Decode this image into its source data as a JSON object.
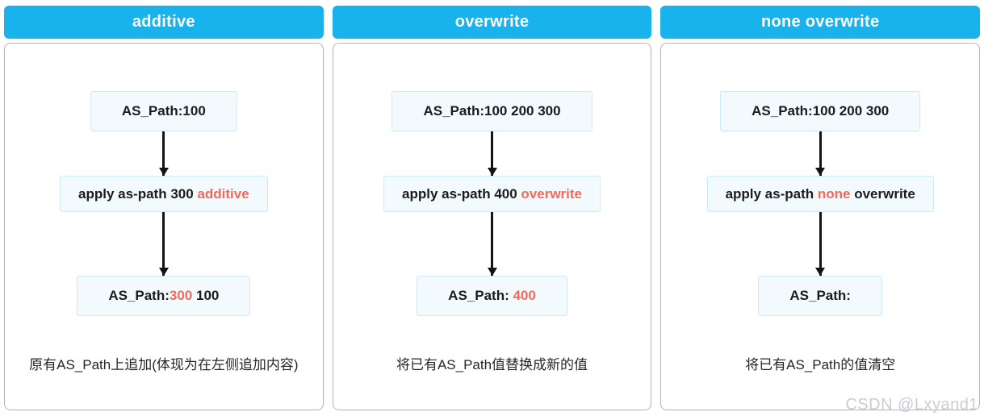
{
  "watermark": "CSDN @Lxyand1",
  "colors": {
    "header_bg": "#18b2ec",
    "accent_red": "#f4695c",
    "node_bg": "#f3fafd",
    "node_border": "#cdeaf7",
    "panel_border": "#b3b3b3",
    "arrow": "#141414"
  },
  "panels": [
    {
      "title": "additive",
      "initial": {
        "pre": "AS_Path:100",
        "red": "",
        "post": ""
      },
      "command": {
        "pre": "apply as-path 300 ",
        "red": "additive",
        "post": ""
      },
      "result": {
        "pre": "AS_Path:",
        "red": "300",
        "post": " 100"
      },
      "caption": "原有AS_Path上追加(体现为在左侧追加内容)"
    },
    {
      "title": "overwrite",
      "initial": {
        "pre": "AS_Path:100 200 300",
        "red": "",
        "post": ""
      },
      "command": {
        "pre": "apply as-path 400 ",
        "red": "overwrite",
        "post": ""
      },
      "result": {
        "pre": "AS_Path: ",
        "red": "400",
        "post": ""
      },
      "caption": "将已有AS_Path值替换成新的值"
    },
    {
      "title": "none overwrite",
      "initial": {
        "pre": "AS_Path:100 200 300",
        "red": "",
        "post": ""
      },
      "command": {
        "pre": "apply as-path ",
        "red": "none",
        "post": " overwrite"
      },
      "result": {
        "pre": "AS_Path:",
        "red": "",
        "post": ""
      },
      "caption": "将已有AS_Path的值清空"
    }
  ]
}
